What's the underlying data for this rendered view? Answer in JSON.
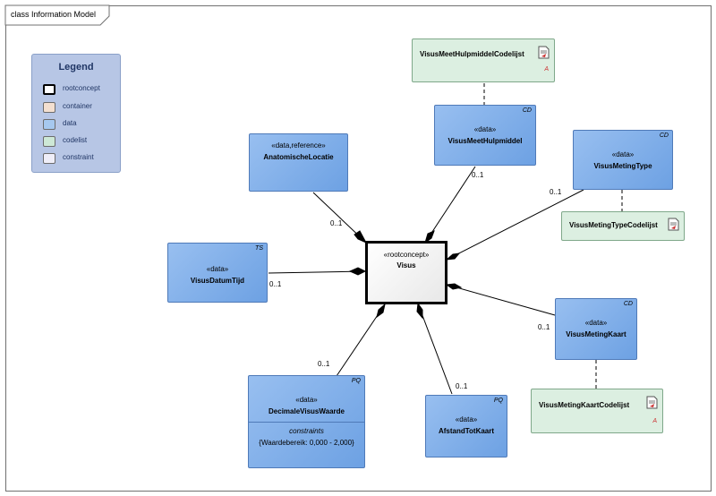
{
  "diagram": {
    "title": "class Information Model"
  },
  "legend": {
    "title": "Legend",
    "items": [
      {
        "label": "rootconcept",
        "color": "#ffffff",
        "bold": true
      },
      {
        "label": "container",
        "color": "#f3dfd0"
      },
      {
        "label": "data",
        "color": "#a6c8ef"
      },
      {
        "label": "codelist",
        "color": "#cde8d6"
      },
      {
        "label": "constraint",
        "color": "#efeef8"
      }
    ]
  },
  "classes": {
    "visus": {
      "stereotype": "«rootconcept»",
      "name": "Visus"
    },
    "anatomische": {
      "stereotype": "«data,reference»",
      "name": "AnatomischeLocatie"
    },
    "hulpmiddel": {
      "stereotype": "«data»",
      "name": "VisusMeetHulpmiddel",
      "tag": "CD"
    },
    "metingtype": {
      "stereotype": "«data»",
      "name": "VisusMetingType",
      "tag": "CD"
    },
    "datumtijd": {
      "stereotype": "«data»",
      "name": "VisusDatumTijd",
      "tag": "TS"
    },
    "metingkaart": {
      "stereotype": "«data»",
      "name": "VisusMetingKaart",
      "tag": "CD"
    },
    "decimale": {
      "stereotype": "«data»",
      "name": "DecimaleVisusWaarde",
      "tag": "PQ",
      "constraints_title": "constraints",
      "constraint": "{Waardebereik: 0,000 - 2,000}"
    },
    "afstand": {
      "stereotype": "«data»",
      "name": "AfstandTotKaart",
      "tag": "PQ"
    }
  },
  "codelists": {
    "hulpmiddel": {
      "name": "VisusMeetHulpmiddelCodelijst",
      "marker": "A"
    },
    "metingtype": {
      "name": "VisusMetingTypeCodelijst"
    },
    "metingkaart": {
      "name": "VisusMetingKaartCodelijst",
      "marker": "A"
    }
  },
  "multiplicities": {
    "anatomische": "0..1",
    "hulpmiddel": "0..1",
    "metingtype": "0..1",
    "datumtijd": "0..1",
    "metingkaart": "0..1",
    "decimale": "0..1",
    "afstand": "0..1"
  }
}
